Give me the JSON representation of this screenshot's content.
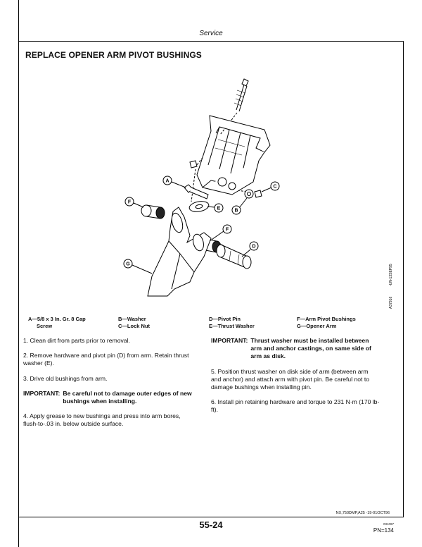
{
  "header": {
    "section": "Service"
  },
  "title": "REPLACE OPENER ARM PIVOT BUSHINGS",
  "figure": {
    "callouts": [
      "A",
      "B",
      "C",
      "D",
      "E",
      "F",
      "F",
      "G"
    ],
    "side_codes": [
      "A37916",
      "-UN-13SEP95"
    ]
  },
  "legend": [
    {
      "line1": "A—5/8 x 3 In. Gr. 8 Cap",
      "line2": "Screw"
    },
    {
      "line1": "B—Washer",
      "line2": "C—Lock Nut"
    },
    {
      "line1": "D—Pivot Pin",
      "line2": "E—Thrust Washer"
    },
    {
      "line1": "F—Arm Pivot Bushings",
      "line2": "G—Opener Arm"
    }
  ],
  "left_col": {
    "step1": "1. Clean dirt from parts prior to removal.",
    "step2": "2. Remove hardware and pivot pin (D) from arm. Retain thrust washer (E).",
    "step3": "3. Drive old bushings from arm.",
    "imp_label": "IMPORTANT:",
    "imp_text": "Be careful not to damage outer edges of new bushings when installing.",
    "step4": "4. Apply grease to new bushings and press into arm bores, flush-to-.03 in. below outside surface."
  },
  "right_col": {
    "imp_label": "IMPORTANT:",
    "imp_text": "Thrust washer must be installed between arm and anchor castings, on same side of arm as disk.",
    "step5": "5. Position thrust washer on disk side of arm (between arm and anchor) and attach arm with pivot pin. Be careful not to damage bushings when installing pin.",
    "step6": "6. Install pin retaining hardware and torque to 231 N·m (170 lb-ft)."
  },
  "footer": {
    "doc_code": "NX,750DMP,A25 -19-01OCT96",
    "page": "55-24",
    "small_code": "031097",
    "pn": "PN=134"
  }
}
